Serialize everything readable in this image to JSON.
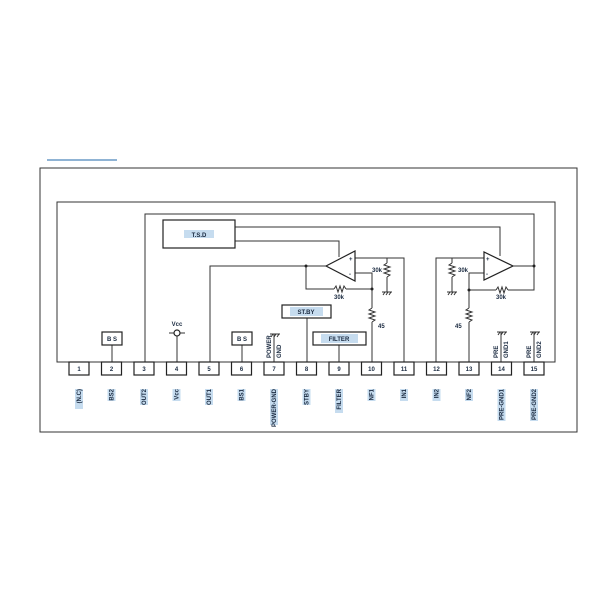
{
  "blocks": {
    "tsd": "T.S.D",
    "stby": "ST.BY",
    "filter": "FILTER",
    "bs_left": "B S",
    "bs_right": "B S",
    "vcc": "Vcc",
    "power_gnd": [
      "POWER",
      "GND"
    ],
    "pre_gnd1": [
      "PRE",
      "GND1"
    ],
    "pre_gnd2": [
      "PRE",
      "GND2"
    ]
  },
  "resistors": {
    "amp1_shunt": "30k",
    "amp1_feedback": "30k",
    "amp1_nf": "45",
    "amp2_shunt": "30k",
    "amp2_feedback": "30k",
    "amp2_nf": "45"
  },
  "pins": [
    {
      "num": "1",
      "name": "(N.C)"
    },
    {
      "num": "2",
      "name": "BS2"
    },
    {
      "num": "3",
      "name": "OUT2"
    },
    {
      "num": "4",
      "name": "Vcc"
    },
    {
      "num": "5",
      "name": "OUT1"
    },
    {
      "num": "6",
      "name": "BS1"
    },
    {
      "num": "7",
      "name": "POWER-GND"
    },
    {
      "num": "8",
      "name": "STBY"
    },
    {
      "num": "9",
      "name": "FILTER"
    },
    {
      "num": "10",
      "name": "NF1"
    },
    {
      "num": "11",
      "name": "IN1"
    },
    {
      "num": "12",
      "name": "IN2"
    },
    {
      "num": "13",
      "name": "NF2"
    },
    {
      "num": "14",
      "name": "PRE-GND1"
    },
    {
      "num": "15",
      "name": "PRE-GND2"
    }
  ]
}
